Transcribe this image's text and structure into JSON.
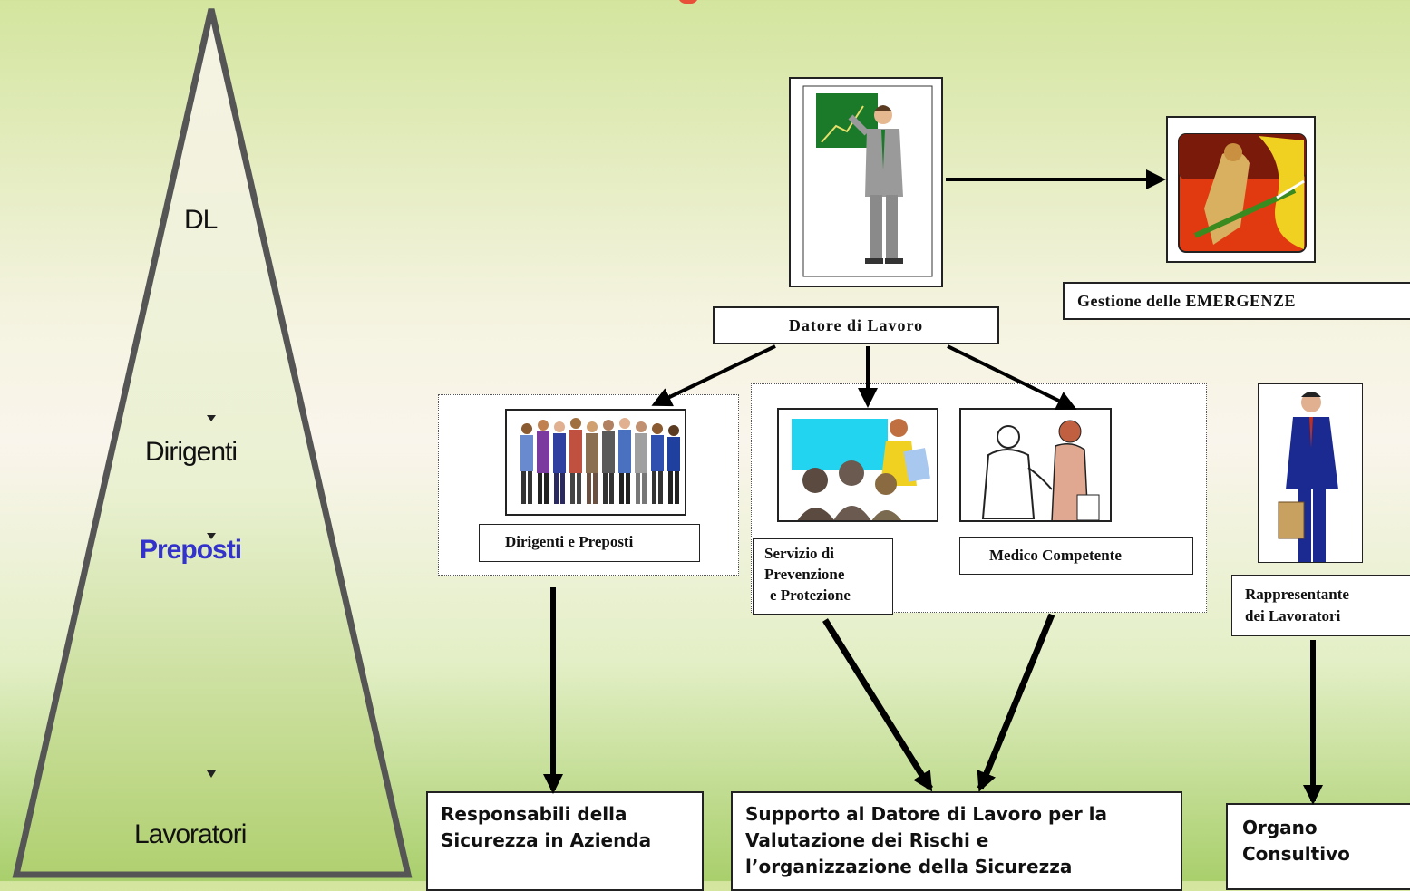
{
  "pyramid": {
    "levels": [
      "DL",
      "Dirigenti",
      "Preposti",
      "Lavoratori"
    ],
    "highlight_color": "#3333cc"
  },
  "org": {
    "employer": "Datore di Lavoro",
    "emergency": "Gestione delle EMERGENZE",
    "managers": "Dirigenti e Preposti",
    "prevention_service": "Servizio di Prevenzione e Protezione",
    "prevention_lines": [
      "Servizio di",
      "Prevenzione",
      "e Protezione"
    ],
    "doctor": "Medico Competente",
    "rls_lines": [
      "Rappresentante",
      "dei Lavoratori"
    ]
  },
  "roles": {
    "responsible": [
      "Responsabili della",
      "Sicurezza in Azienda"
    ],
    "support": [
      "Supporto al Datore di Lavoro per la",
      "Valutazione dei Rischi e",
      "l’organizzazione della Sicurezza"
    ],
    "advisory": [
      "Organo",
      "Consultivo"
    ]
  },
  "colors": {
    "arrow": "#000000",
    "pyramid_fill": "#b5d27a",
    "pyramid_stroke": "#555555"
  },
  "icons": [
    "presenter-icon",
    "firefighter-icon",
    "group-of-people-icon",
    "meeting-icon",
    "doctor-icon",
    "businessman-icon"
  ]
}
